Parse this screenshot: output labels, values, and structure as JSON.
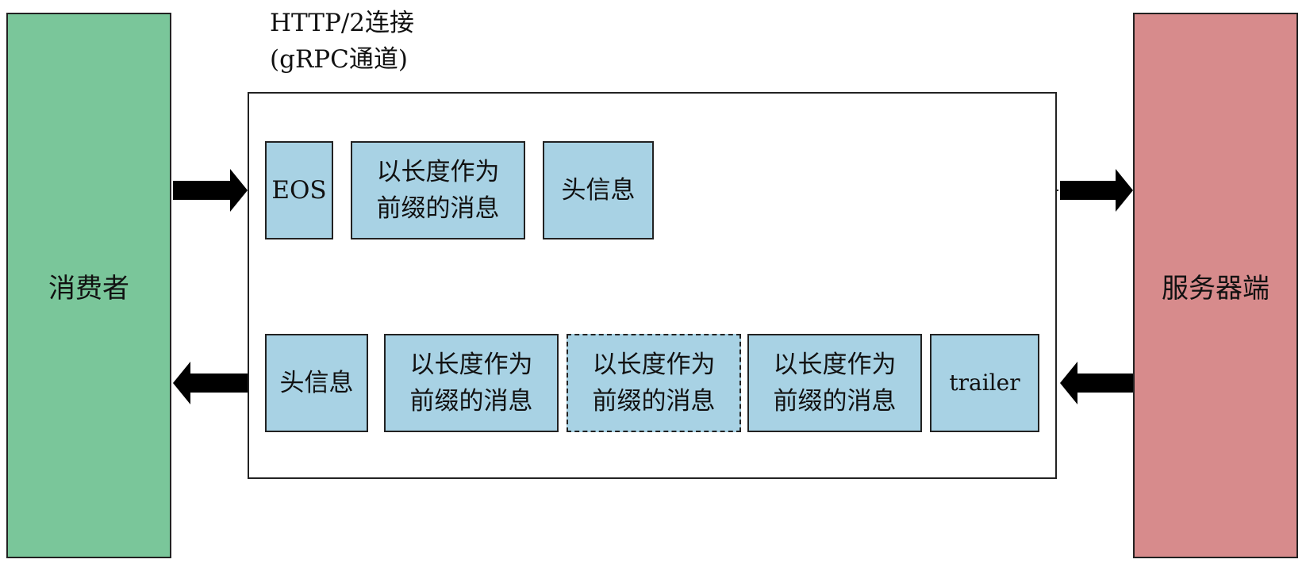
{
  "consumer": {
    "label": "消费者",
    "color": "#7ac69a"
  },
  "server": {
    "label": "服务器端",
    "color": "#d78b8c"
  },
  "connection": {
    "title": "HTTP/2连接\n(gRPC通道)"
  },
  "request_stream": [
    {
      "label": "EOS"
    },
    {
      "label": "以长度作为\n前缀的消息"
    },
    {
      "label": "头信息"
    }
  ],
  "response_stream": [
    {
      "label": "头信息"
    },
    {
      "label": "以长度作为\n前缀的消息"
    },
    {
      "label": "以长度作为\n前缀的消息",
      "style": "dashed"
    },
    {
      "label": "以长度作为\n前缀的消息"
    },
    {
      "label": "trailer"
    }
  ],
  "colors": {
    "message": "#a8d2e4",
    "line": "#222222"
  }
}
